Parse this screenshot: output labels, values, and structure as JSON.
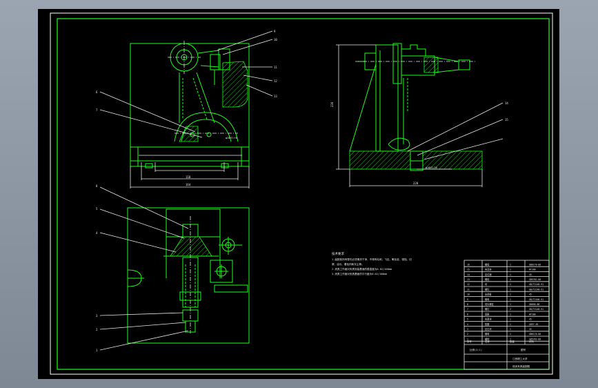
{
  "drawing": {
    "colors": {
      "background": "#000000",
      "geometry": "#1aff1a",
      "annotation": "#e8e8e8",
      "frame": "#ffffff"
    },
    "balloons": {
      "front": [
        "9",
        "10",
        "11",
        "12",
        "13",
        "6",
        "7"
      ],
      "plan": [
        "8",
        "5",
        "4",
        "3",
        "2",
        "1"
      ],
      "side": [
        "14",
        "15"
      ]
    },
    "dimensions": {
      "front_inner": "110",
      "front_overall": "164",
      "side_height": "230",
      "side_width": "220",
      "tolerance_front": "φ20H7/f6",
      "tolerance_side": "φ10H7/f6"
    },
    "technical_notes": {
      "title": "技术要求",
      "lines": [
        "1.装配前所有零件必须清洗干净，不得有毛刺、飞边、氧化皮、锈蚀、切",
        "  屑、油污、着色剂和灰尘等。",
        "2.夹具工作面对夹具安装基面的垂直度为0.02/100mm",
        "3.夹具工作面对夹具基面的平行度为0.02/100mm"
      ]
    },
    "parts_list": {
      "rows": [
        [
          "16",
          "螺母",
          "1",
          "GB6170-86"
        ],
        [
          "15",
          "夹具体",
          "1",
          "HT200"
        ],
        [
          "14",
          "定位销",
          "1",
          "45"
        ],
        [
          "13",
          "螺栓",
          "4",
          "GB5782-86"
        ],
        [
          "12",
          "块",
          "1",
          "GB/T2148-91"
        ],
        [
          "11",
          "螺钉",
          "1",
          "GB/T2148-91"
        ],
        [
          "10",
          "支承板",
          "1",
          "45"
        ],
        [
          "9",
          "螺母",
          "1",
          "GB/T2160-91"
        ],
        [
          "8",
          "双头螺柱",
          "1",
          "GB898-88"
        ],
        [
          "7",
          "螺钉",
          "2",
          "GB/T2148-91"
        ],
        [
          "6",
          "底座",
          "1",
          "HT200"
        ],
        [
          "5",
          "夹紧块",
          "1",
          "45"
        ],
        [
          "4",
          "垫圈",
          "1",
          "GB97-85"
        ],
        [
          "3",
          "定位块",
          "1",
          "45"
        ],
        [
          "2",
          "螺母",
          "1",
          "GB6170-86"
        ],
        [
          "1",
          "螺栓",
          "1",
          "GB5783-86"
        ]
      ],
      "header": [
        "序号",
        "名称",
        "数量",
        "材料"
      ],
      "title_block": {
        "scale_label": "比例(1:1)",
        "sheet_label": "图号",
        "school": "江西理工大学",
        "drawing_name": "铣床夹具装配图"
      }
    }
  }
}
